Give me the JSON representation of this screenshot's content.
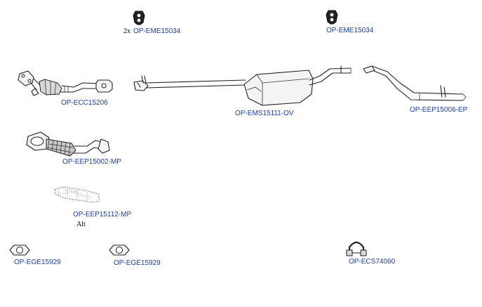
{
  "parts": {
    "mount_left": {
      "qty": "2x",
      "code": "OP-EME15034"
    },
    "mount_right": {
      "code": "OP-EME15034"
    },
    "catalyst": {
      "code": "OP-ECC15206"
    },
    "middle_silencer": {
      "code": "OP-EMS15111-OV"
    },
    "tail_pipe": {
      "code": "OP-EEP15006-EP"
    },
    "front_pipe": {
      "code": "OP-EEP15002-MP"
    },
    "alt_pipe": {
      "code": "OP-EEP15112-MP",
      "note": "Alt"
    },
    "gasket_1": {
      "code": "OP-EGE15929"
    },
    "gasket_2": {
      "code": "OP-EGE15929"
    },
    "clamp": {
      "code": "OP-ECS74060"
    }
  },
  "colors": {
    "label": "#1a3fb0",
    "line": "#222222"
  }
}
